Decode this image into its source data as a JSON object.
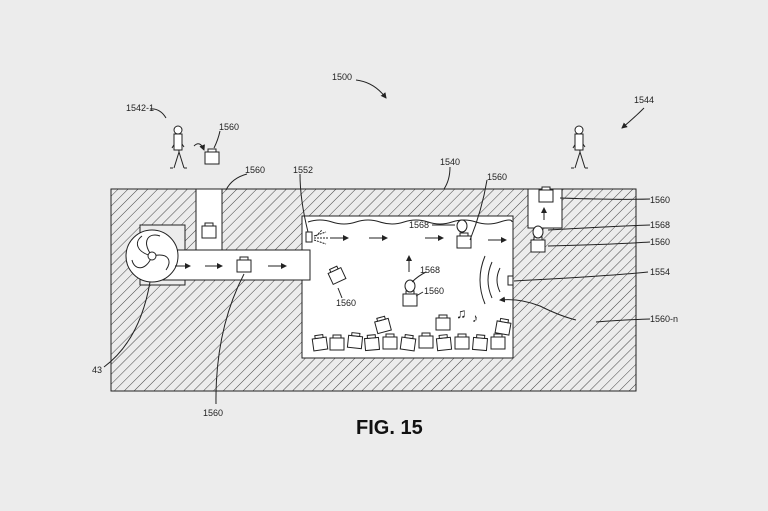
{
  "figure": {
    "caption": "FIG. 15"
  },
  "labels": {
    "ref_1500": "1500",
    "ref_1544": "1544",
    "ref_1542_1": "1542-1",
    "ref_1540": "1540",
    "ref_1552": "1552",
    "ref_1554": "1554",
    "ref_1560_top": "1560",
    "ref_1560_chute": "1560",
    "ref_1560_float": "1560",
    "ref_1560_tumble": "1560",
    "ref_1560_center": "1560",
    "ref_1560_right_top": "1560",
    "ref_1560_right_mid": "1560",
    "ref_1560_bottom": "1560",
    "ref_1560_n": "1560-n",
    "ref_1568_left": "1568",
    "ref_1568_center": "1568",
    "ref_1568_right": "1568",
    "ref_43": "43"
  },
  "icons": [
    "person-icon",
    "package-icon",
    "fan-icon",
    "arrow-icon",
    "sound-wave-icon",
    "music-note-icon",
    "sprinkler-icon"
  ],
  "colors": {
    "background": "#ececec",
    "ink": "#222222",
    "hatch": "#444444"
  }
}
